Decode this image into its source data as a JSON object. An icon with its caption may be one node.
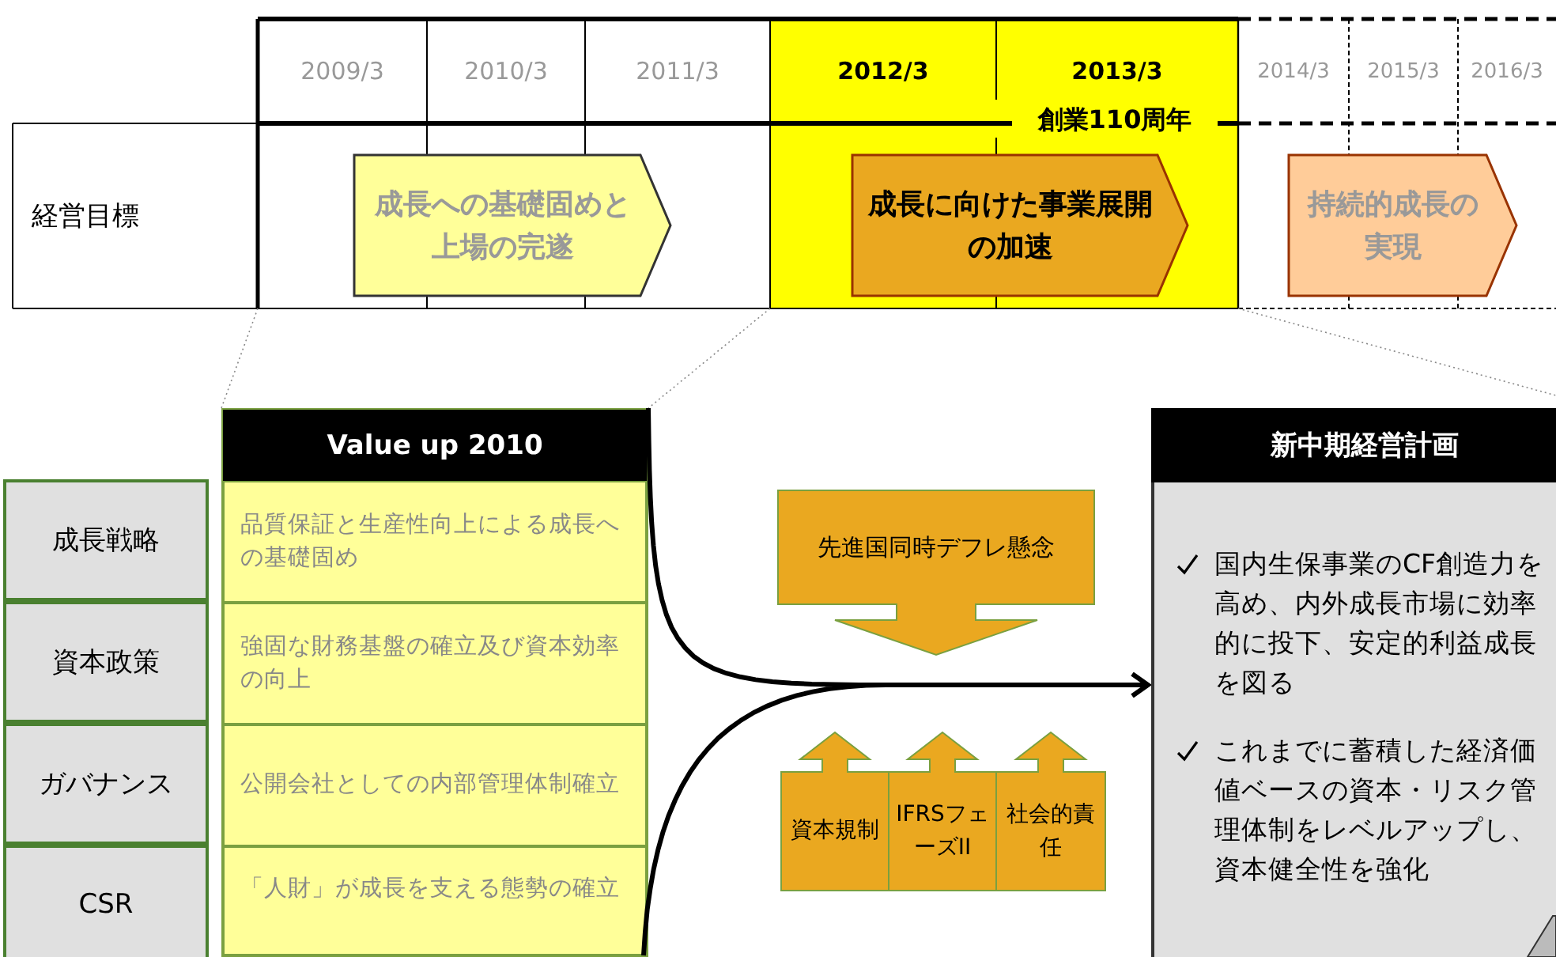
{
  "diagram": {
    "nodes": [
      {
        "text": [
          "成長への基礎固めと上場の完遂"
        ]
      },
      {
        "text": [
          "成長に向けた事業展開の加速"
        ]
      },
      {
        "text": [
          "持続的成長の実現"
        ]
      },
      {
        "text": [
          "Value up 2010"
        ]
      },
      {
        "text": [
          "品質保証と生産性向上による成長への基礎固め"
        ],
        "in": 3
      },
      {
        "text": [
          "強固な財務基盤の確立及び資本効率の向上"
        ],
        "in": 3
      },
      {
        "text": [
          "公開会社としての内部管理体制確立"
        ],
        "in": 3
      },
      {
        "text": [
          "「人財」が成長を支える態勢の確立"
        ],
        "in": 3
      },
      {
        "text": [
          "成長戦略"
        ]
      },
      {
        "text": [
          "資本政策"
        ]
      },
      {
        "text": [
          "ガバナンス"
        ]
      },
      {
        "text": [
          "CSR"
        ]
      },
      {
        "text": [
          "先進国同時デフレ懸念"
        ]
      },
      {
        "text": [
          "資本規制"
        ]
      },
      {
        "text": [
          "IFRSフェーズII"
        ]
      },
      {
        "text": [
          "社会的責任"
        ]
      },
      {
        "text": [
          "新中期経営計画",
          "国内生保事業のCF創造力を高め、内外成長市場に効率的に投下、安定的利益成長を図る",
          "これまでに蓄積した経済価値ベースの資本・リスク管理体制をレベルアップし、資本健全性を強化"
        ]
      }
    ],
    "edges": [
      {
        "from": 3,
        "to": 16,
        "arrow": "to"
      },
      {
        "from": 7,
        "to": 16,
        "arrow": "to"
      }
    ],
    "labels": [
      "2009/3",
      "2010/3",
      "2011/3",
      "2012/3",
      "2013/3",
      "2014/3",
      "2015/3",
      "2016/3",
      "創業110周年",
      "経営目標"
    ]
  }
}
